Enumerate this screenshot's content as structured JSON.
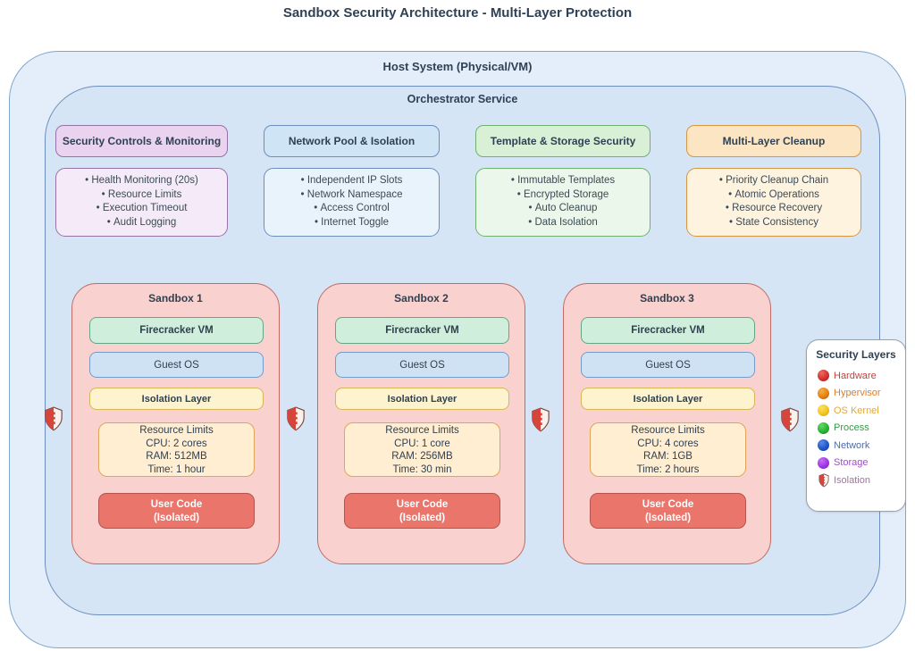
{
  "title": "Sandbox Security Architecture - Multi-Layer Protection",
  "host": {
    "label": "Host System (Physical/VM)"
  },
  "orchestrator": {
    "label": "Orchestrator Service"
  },
  "cards": [
    {
      "title": "Security Controls & Monitoring",
      "items": [
        "Health Monitoring (20s)",
        "Resource Limits",
        "Execution Timeout",
        "Audit Logging"
      ],
      "colors": {
        "border": "#9673a6",
        "header_fill": "#e9d3ee",
        "body_fill": "#f5ebf8"
      }
    },
    {
      "title": "Network Pool & Isolation",
      "items": [
        "Independent IP Slots",
        "Network Namespace",
        "Access Control",
        "Internet Toggle"
      ],
      "colors": {
        "border": "#6c8ebf",
        "header_fill": "#cfe4f4",
        "body_fill": "#e9f3fb"
      }
    },
    {
      "title": "Template & Storage Security",
      "items": [
        "Immutable Templates",
        "Encrypted Storage",
        "Auto Cleanup",
        "Data Isolation"
      ],
      "colors": {
        "border": "#6fb26f",
        "header_fill": "#d9f0d7",
        "body_fill": "#ebf7ea"
      }
    },
    {
      "title": "Multi-Layer Cleanup",
      "items": [
        "Priority Cleanup Chain",
        "Atomic Operations",
        "Resource Recovery",
        "State Consistency"
      ],
      "colors": {
        "border": "#d79443",
        "header_fill": "#fce5c3",
        "body_fill": "#fdf3de"
      }
    }
  ],
  "sandboxes": [
    {
      "title": "Sandbox 1",
      "vm_label": "Firecracker VM",
      "os_label": "Guest OS",
      "isolation_label": "Isolation Layer",
      "resources": {
        "title": "Resource Limits",
        "cpu": "CPU: 2 cores",
        "ram": "RAM: 512MB",
        "time": "Time: 1 hour"
      },
      "user_code": {
        "line1": "User Code",
        "line2": "(Isolated)"
      }
    },
    {
      "title": "Sandbox 2",
      "vm_label": "Firecracker VM",
      "os_label": "Guest OS",
      "isolation_label": "Isolation Layer",
      "resources": {
        "title": "Resource Limits",
        "cpu": "CPU: 1 core",
        "ram": "RAM: 256MB",
        "time": "Time: 30 min"
      },
      "user_code": {
        "line1": "User Code",
        "line2": "(Isolated)"
      }
    },
    {
      "title": "Sandbox 3",
      "vm_label": "Firecracker VM",
      "os_label": "Guest OS",
      "isolation_label": "Isolation Layer",
      "resources": {
        "title": "Resource Limits",
        "cpu": "CPU: 4 cores",
        "ram": "RAM: 1GB",
        "time": "Time: 2 hours"
      },
      "user_code": {
        "line1": "User Code",
        "line2": "(Isolated)"
      }
    }
  ],
  "legend": {
    "title": "Security Layers",
    "items": [
      {
        "label": "Hardware",
        "dot": {
          "light": "#ef6a5e",
          "base": "#d53030",
          "dark": "#8f1d1d"
        },
        "text_color": "#c4423a"
      },
      {
        "label": "Hypervisor",
        "dot": {
          "light": "#f5ae4a",
          "base": "#e8820e",
          "dark": "#9c5708"
        },
        "text_color": "#db7f2a"
      },
      {
        "label": "OS Kernel",
        "dot": {
          "light": "#fae06a",
          "base": "#f3c71c",
          "dark": "#c09b10"
        },
        "text_color": "#e2a93e"
      },
      {
        "label": "Process",
        "dot": {
          "light": "#66d96a",
          "base": "#28b432",
          "dark": "#157a1e"
        },
        "text_color": "#359a4a"
      },
      {
        "label": "Network",
        "dot": {
          "light": "#5b8ae6",
          "base": "#1f56cc",
          "dark": "#123a8c"
        },
        "text_color": "#4a6fae"
      },
      {
        "label": "Storage",
        "dot": {
          "light": "#c272f2",
          "base": "#a335e8",
          "dark": "#6f1fa5"
        },
        "text_color": "#9b51bd"
      },
      {
        "label": "Isolation",
        "icon": "shield-icon",
        "text_color": "#977a97"
      }
    ]
  },
  "colors": {
    "shield_red": "#d6453c",
    "shield_outline": "#7d4a40"
  }
}
